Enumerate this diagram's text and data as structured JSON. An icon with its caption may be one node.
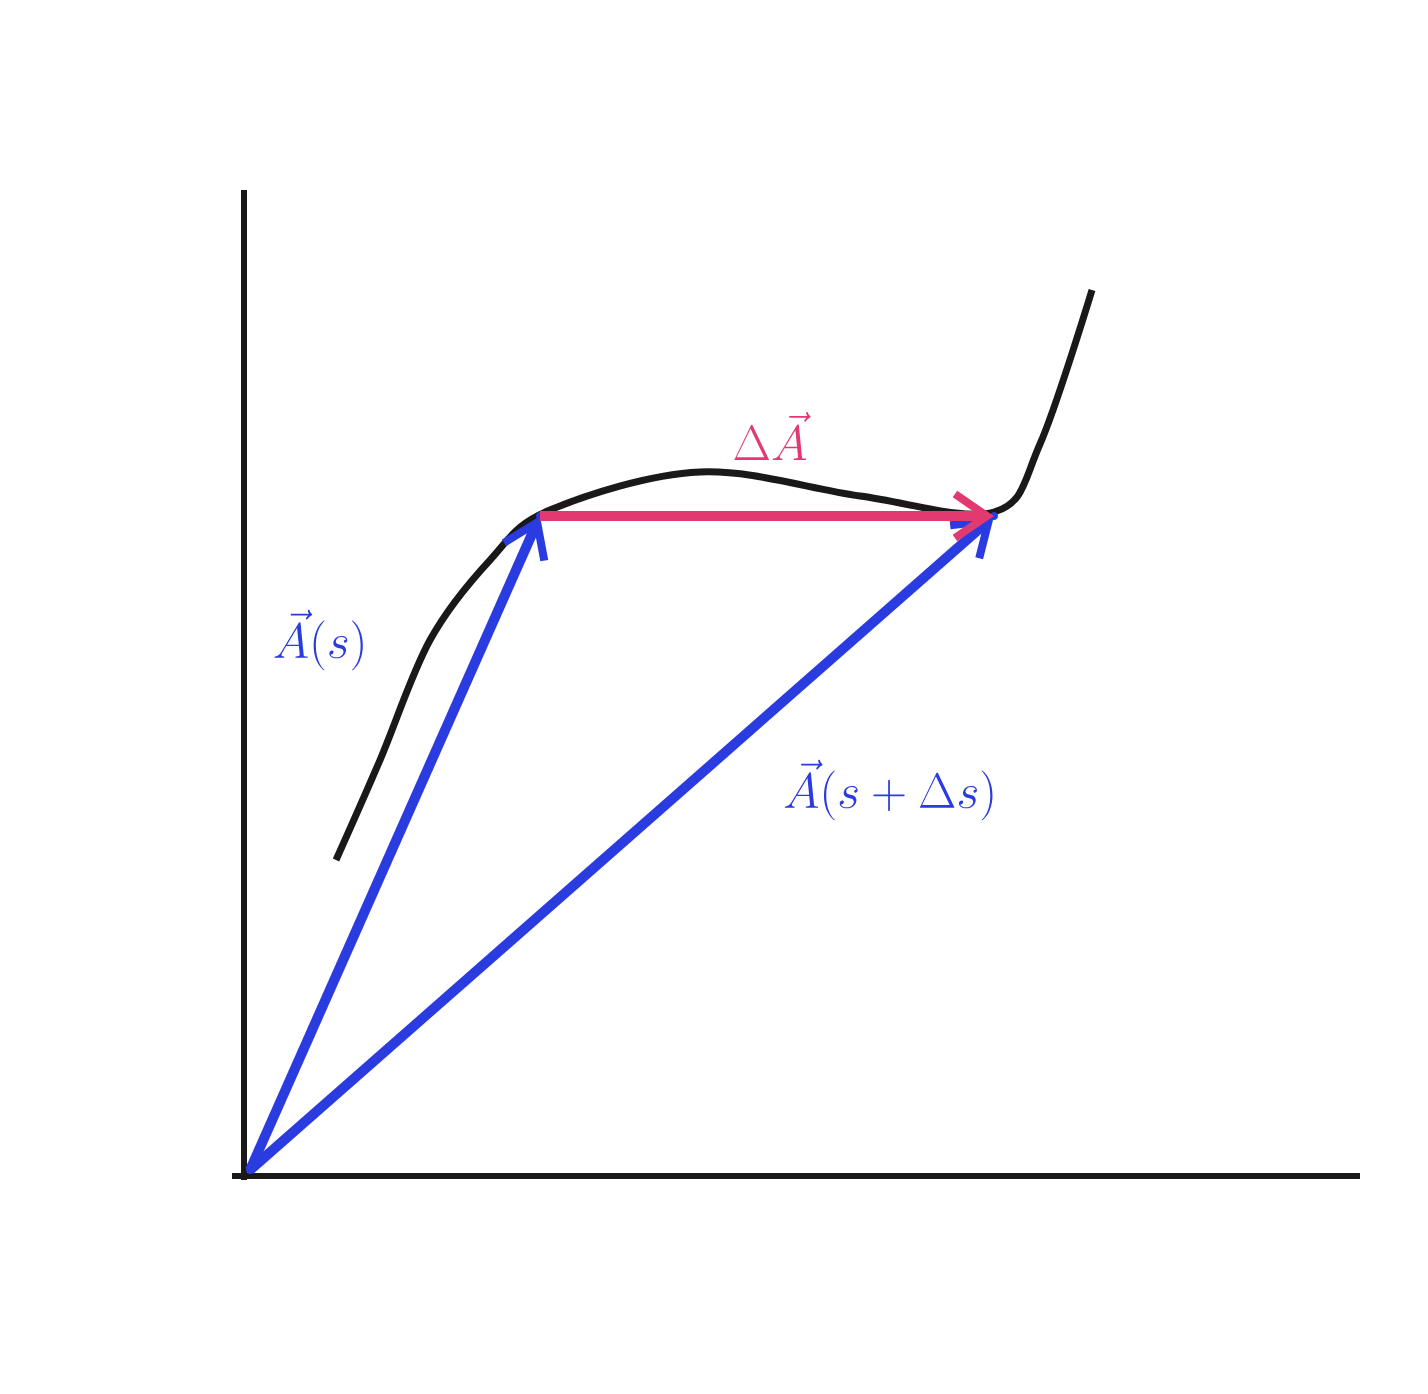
{
  "diagram": {
    "nodes": [
      {
        "text": [],
        "shape": "point"
      },
      {
        "text": [],
        "shape": "point"
      },
      {
        "text": [],
        "shape": "point"
      }
    ],
    "edges": [
      {
        "from": 0,
        "to": 1,
        "arrow": "to",
        "label": "\\vec{A}(s)"
      },
      {
        "from": 0,
        "to": 2,
        "arrow": "to",
        "label": "\\vec{A}(s+\\Delta s)"
      },
      {
        "from": 1,
        "to": 2,
        "arrow": "to",
        "label": "\\Delta\\vec{A}",
        "color": "#e23a70"
      }
    ]
  }
}
